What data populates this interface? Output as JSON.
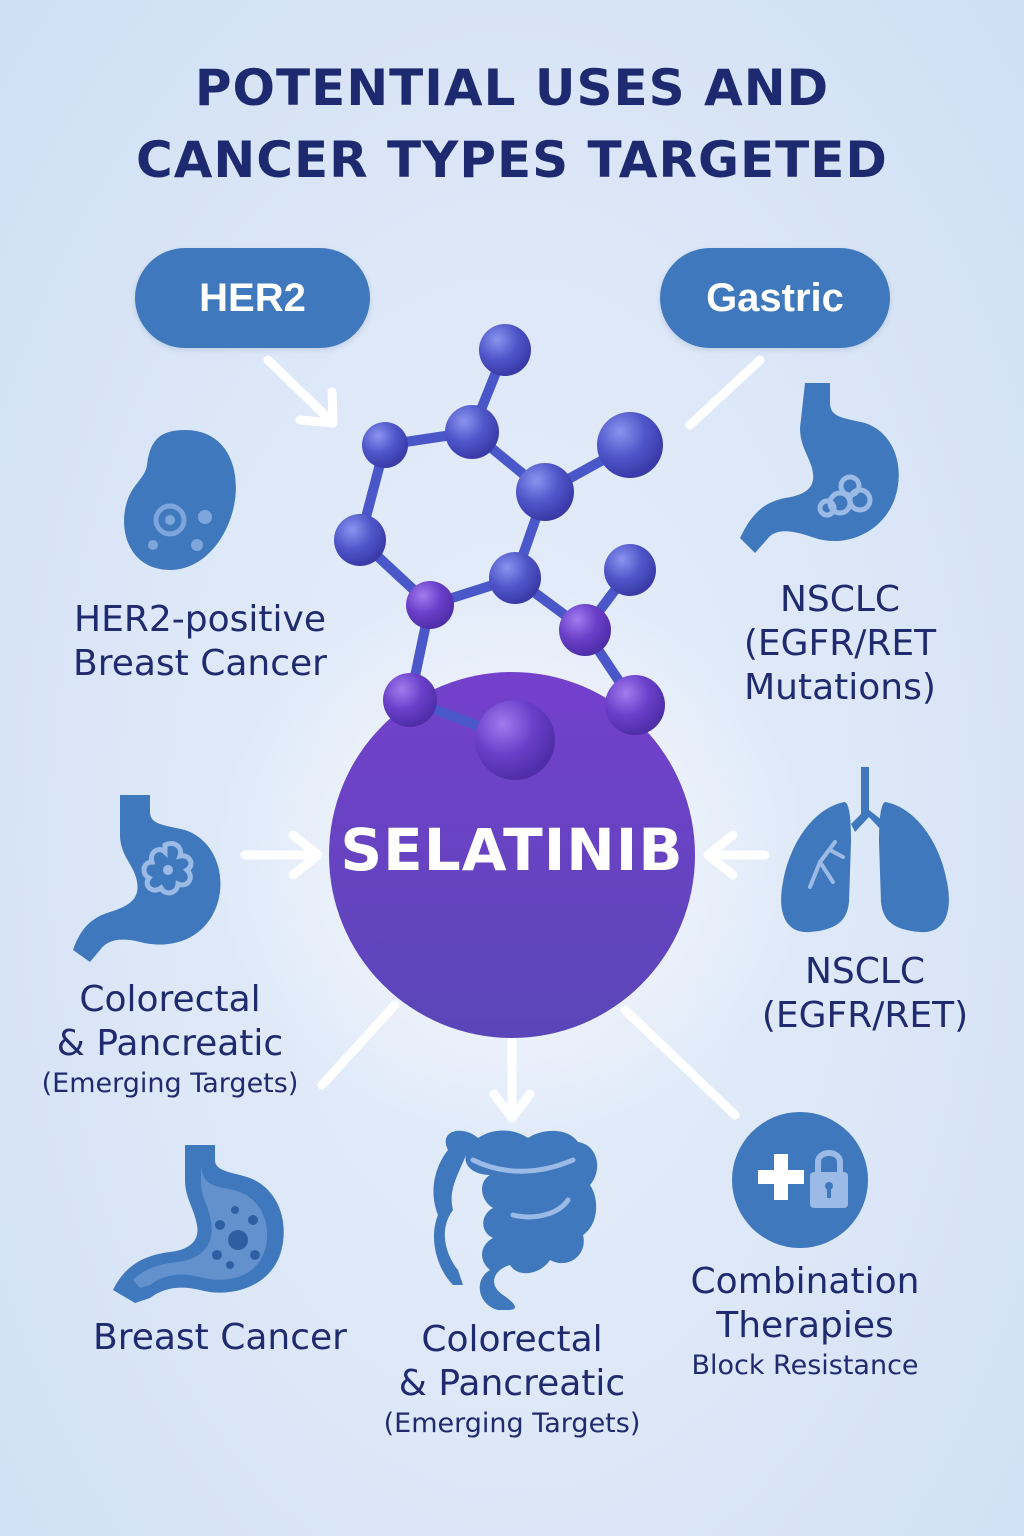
{
  "title": {
    "line1": "POTENTIAL USES AND",
    "line2": "CANCER TYPES TARGETED"
  },
  "center": {
    "label": "SELATINIB"
  },
  "pills": {
    "her2": "HER2",
    "gastric": "Gastric"
  },
  "items": {
    "her2_breast": {
      "line1": "HER2-positive",
      "line2": "Breast Cancer"
    },
    "nsclc_mutations": {
      "line1": "NSCLC",
      "line2": "(EGFR/RET",
      "line3": "Mutations)"
    },
    "colorectal_left": {
      "line1": "Colorectal",
      "line2": "& Pancreatic",
      "line3": "(Emerging Targets)"
    },
    "nsclc_right": {
      "line1": "NSCLC",
      "line2": "(EGFR/RET)"
    },
    "breast_cancer": {
      "line1": "Breast Cancer"
    },
    "colorectal_bottom": {
      "line1": "Colorectal",
      "line2": "& Pancreatic",
      "line3": "(Emerging Targets)"
    },
    "combination": {
      "line1": "Combination",
      "line2": "Therapies",
      "line3": "Block Resistance"
    }
  },
  "colors": {
    "icon_blue": "#3f78bd",
    "core_purple": "#6a3fc4",
    "title_navy": "#1d2a6f",
    "molecule_blue": "#4a57c9"
  },
  "icons": [
    "kidney-icon",
    "stomach-icon",
    "stomach-tumor-icon",
    "lungs-icon",
    "stomach-cells-icon",
    "intestine-icon",
    "medical-lock-icon",
    "molecule-icon"
  ]
}
